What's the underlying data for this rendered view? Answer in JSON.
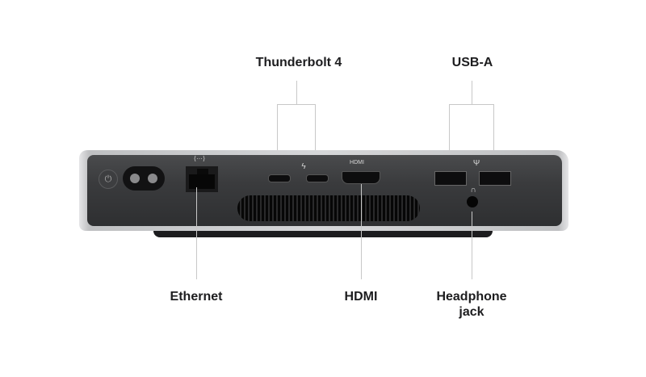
{
  "diagram": {
    "labels": {
      "thunderbolt": "Thunderbolt 4",
      "usb_a": "USB-A",
      "ethernet": "Ethernet",
      "hdmi": "HDMI",
      "headphone_line1": "Headphone",
      "headphone_line2": "jack"
    },
    "port_glyphs": {
      "ethernet": "⟨···⟩",
      "thunderbolt": "ϟ",
      "hdmi": "HDMI",
      "usb": "Ψ",
      "headphone": "∩",
      "power": "⏻"
    },
    "colors": {
      "label": "#1d1d1f",
      "leader_line": "#c8c8c8",
      "device_face": "#3a3b3d",
      "device_frame": "#d0d1d3"
    }
  }
}
